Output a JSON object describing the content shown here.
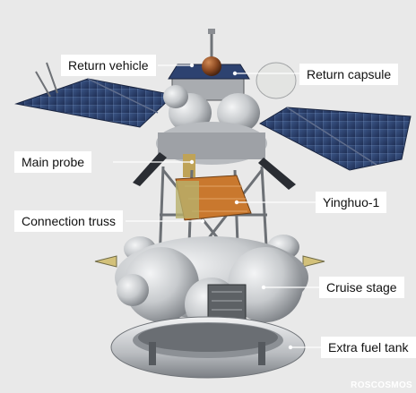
{
  "labels": {
    "return_vehicle": "Return vehicle",
    "return_capsule": "Return capsule",
    "main_probe": "Main probe",
    "yinghuo": "Yinghuo-1",
    "connection_truss": "Connection truss",
    "cruise_stage": "Cruise stage",
    "extra_fuel_tank": "Extra fuel tank"
  },
  "credit": "ROSCOSMOS",
  "colors": {
    "background": "#e9e9e9",
    "solar_panel": "#2d4270",
    "metal": "#c9ccd0",
    "yinghuo_gold": "#c9782e",
    "capsule_copper": "#8c4a22",
    "label_background": "#ffffff",
    "leader_line": "#ffffff"
  }
}
